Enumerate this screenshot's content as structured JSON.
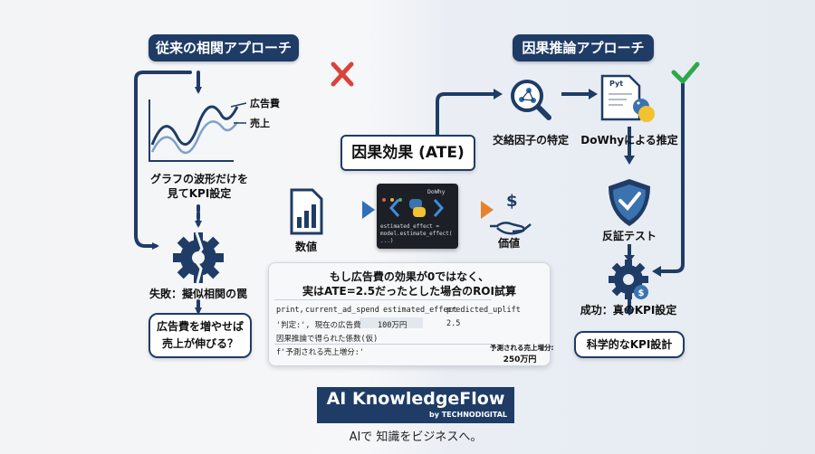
{
  "left": {
    "title": "従来の相関アプローチ",
    "chart_legend": [
      "広告費",
      "売上"
    ],
    "chart_caption": "グラフの波形だけを\n見てKPI設定",
    "failure_label": "失敗：擬似相関の罠",
    "question": "広告費を増やせば\n売上が伸びる？",
    "verdict_icon": "cross-icon"
  },
  "right": {
    "title": "因果推論アプローチ",
    "step1": "交絡因子の特定",
    "step2": "DoWhyによる推定",
    "step3": "反証テスト",
    "success_label": "成功：真のKPI設定",
    "result": "科学的なKPI設計",
    "doc_label": "Pyt",
    "verdict_icon": "check-icon"
  },
  "center": {
    "ate_label": "因果効果 (ATE)",
    "input_label": "数値",
    "output_label": "価値",
    "editor_tab": "DoWhy",
    "editor_code": [
      "estimated_effect =",
      "model.estimate_effect(",
      "...)"
    ]
  },
  "panel": {
    "title_line1": "もし広告費の効果が0ではなく、",
    "title_line2": "実はATE=2.5だったとした場合のROI試算",
    "header": [
      "print,",
      "current_ad_spend",
      "estimated_effect",
      "predicted_uplift"
    ],
    "row1": [
      "'判定:', 現在の広告費",
      "100万円",
      "2.5"
    ],
    "row2": "因果推論で得られた係数(仮)",
    "row3": "f'予測される売上増分:'",
    "result_label": "予測される売上増分:",
    "result_value": "250万円"
  },
  "brand": {
    "title": "AI KnowledgeFlow",
    "subtitle": "by TECHNODIGITAL",
    "tagline": "AIで 知識をビジネスへ。"
  },
  "colors": {
    "navy": "#1f3c66",
    "orange": "#e8822a",
    "blue_arrow": "#2f6fb7",
    "red": "#d9443a",
    "green": "#2ea84a"
  }
}
